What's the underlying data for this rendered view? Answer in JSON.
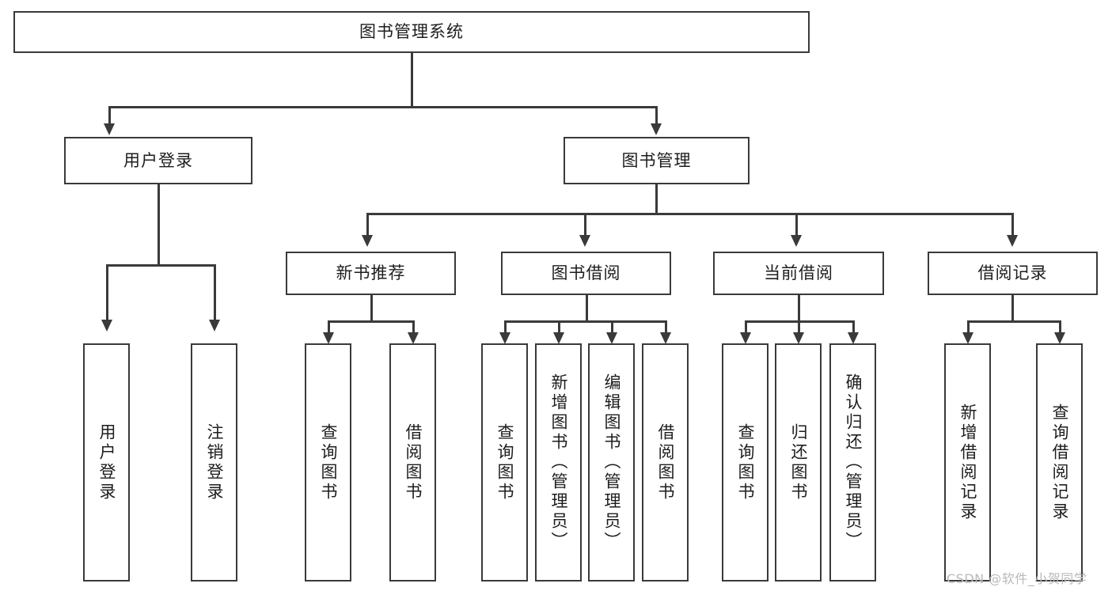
{
  "diagram": {
    "type": "tree-hierarchy",
    "title": "图书管理系统",
    "root": {
      "id": "root",
      "label": "图书管理系统"
    },
    "level2": [
      {
        "id": "user-login",
        "label": "用户登录"
      },
      {
        "id": "book-manage",
        "label": "图书管理"
      }
    ],
    "level3": [
      {
        "id": "new-book-recommend",
        "label": "新书推荐",
        "parent": "book-manage"
      },
      {
        "id": "book-borrow",
        "label": "图书借阅",
        "parent": "book-manage"
      },
      {
        "id": "current-borrow",
        "label": "当前借阅",
        "parent": "book-manage"
      },
      {
        "id": "borrow-record",
        "label": "借阅记录",
        "parent": "book-manage"
      }
    ],
    "leaves": {
      "user_login": [
        {
          "id": "leaf-user-login",
          "label": "用户登录"
        },
        {
          "id": "leaf-user-logout",
          "label": "注销登录"
        }
      ],
      "new_book_recommend": [
        {
          "id": "leaf-query-book-1",
          "label": "查询图书"
        },
        {
          "id": "leaf-borrow-book-1",
          "label": "借阅图书"
        }
      ],
      "book_borrow": [
        {
          "id": "leaf-query-book-2",
          "label": "查询图书"
        },
        {
          "id": "leaf-add-book",
          "label": "新增图书（管理员）"
        },
        {
          "id": "leaf-edit-book",
          "label": "编辑图书（管理员）"
        },
        {
          "id": "leaf-borrow-book-2",
          "label": "借阅图书"
        }
      ],
      "current_borrow": [
        {
          "id": "leaf-query-book-3",
          "label": "查询图书"
        },
        {
          "id": "leaf-return-book",
          "label": "归还图书"
        },
        {
          "id": "leaf-confirm-return",
          "label": "确认归还（管理员）"
        }
      ],
      "borrow_record": [
        {
          "id": "leaf-add-record",
          "label": "新增借阅记录"
        },
        {
          "id": "leaf-query-record",
          "label": "查询借阅记录"
        }
      ]
    }
  },
  "watermark": {
    "text": "CSDN @软件_小贺同学"
  },
  "colors": {
    "background": "#ffffff",
    "box_border": "#3a3a3a",
    "box_fill": "#ffffff",
    "text": "#1d1d1d",
    "connector": "#3a3a3a",
    "watermark": "#b9b9b9"
  }
}
